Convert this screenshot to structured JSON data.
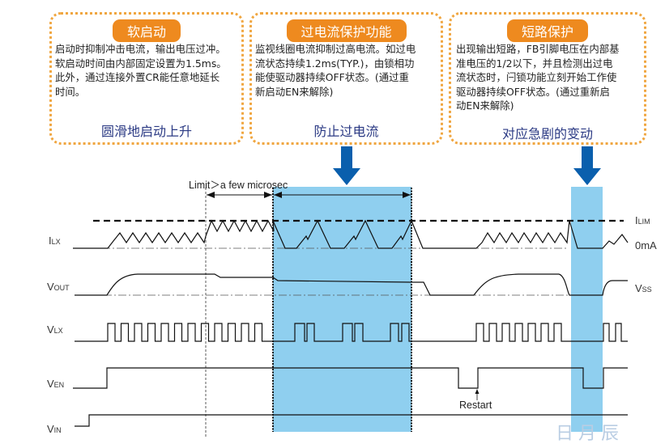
{
  "boxes": [
    {
      "title": "软启动",
      "lines": [
        "启动时抑制冲击电流，输出电压过冲。",
        "软启动时间由内部固定设置为1.5ms。",
        "此外，通过连接外置CR能任意地延长",
        "时间。"
      ],
      "summary": "圆滑地启动上升"
    },
    {
      "title": "过电流保护功能",
      "lines": [
        "监视线圈电流抑制过高电流。如过电",
        "流状态持续1.2ms(TYP.)，由锁相功",
        "能使驱动器持续OFF状态。(通过重",
        "新启动EN来解除)"
      ],
      "summary": "防止过电流"
    },
    {
      "title": "短路保护",
      "lines": [
        "出现输出短路，FB引脚电压在内部基",
        "准电压的1/2以下，并且检测出过电",
        "流状态时，闩锁功能立刻开始工作使",
        "驱动器持续OFF状态。(通过重新启",
        "动EN来解除)"
      ],
      "summary": "对应急剧的变动"
    }
  ],
  "timing": {
    "limit_label": "Limit＞a few microsec",
    "signals": [
      {
        "main": "I",
        "sub": "LX"
      },
      {
        "main": "V",
        "sub": "OUT"
      },
      {
        "main": "V",
        "sub": "LX"
      },
      {
        "main": "V",
        "sub": "EN"
      },
      {
        "main": "V",
        "sub": "IN"
      }
    ],
    "right_labels": [
      {
        "main": "I",
        "sub": "LIM"
      },
      {
        "main": "0mA",
        "sub": ""
      },
      {
        "main": "V",
        "sub": "SS"
      }
    ],
    "restart_label": "Restart"
  },
  "watermark": "日月辰",
  "colors": {
    "orange": "#ee8a1f",
    "band": "#8fcfef",
    "arrow": "#0a5fad",
    "navy": "#2b3a84"
  }
}
